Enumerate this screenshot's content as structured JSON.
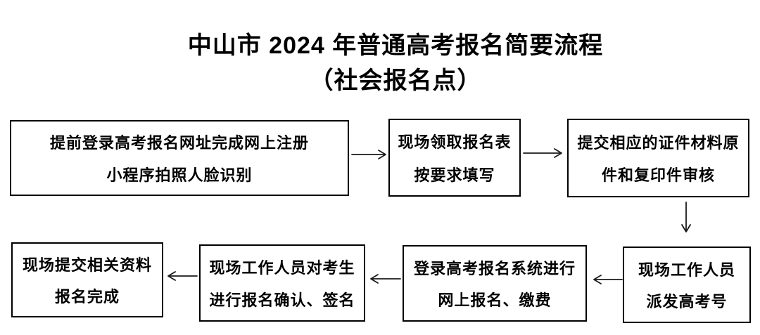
{
  "title": {
    "line1": "中山市 2024 年普通高考报名简要流程",
    "line2": "（社会报名点）"
  },
  "colors": {
    "background": "#ffffff",
    "text": "#000000",
    "box_border": "#000000",
    "arrow": "#1a1a1a"
  },
  "flow": {
    "steps": [
      {
        "id": "step-1",
        "line1": "提前登录高考报名网址完成网上注册",
        "line2": "小程序拍照人脸识别"
      },
      {
        "id": "step-2",
        "line1": "现场领取报名表",
        "line2": "按要求填写"
      },
      {
        "id": "step-3",
        "line1": "提交相应的证件材料原",
        "line2": "件和复印件审核"
      },
      {
        "id": "step-4",
        "line1": "现场工作人员",
        "line2": "派发高考号"
      },
      {
        "id": "step-5",
        "line1": "登录高考报名系统进行",
        "line2": "网上报名、缴费"
      },
      {
        "id": "step-6",
        "line1": "现场工作人员对考生",
        "line2": "进行报名确认、签名"
      },
      {
        "id": "step-7",
        "line1": "现场提交相关资料",
        "line2": "报名完成"
      }
    ],
    "connections": [
      {
        "from": "step-1",
        "to": "step-2",
        "direction": "right"
      },
      {
        "from": "step-2",
        "to": "step-3",
        "direction": "right"
      },
      {
        "from": "step-3",
        "to": "step-4",
        "direction": "down"
      },
      {
        "from": "step-4",
        "to": "step-5",
        "direction": "left"
      },
      {
        "from": "step-5",
        "to": "step-6",
        "direction": "left"
      },
      {
        "from": "step-6",
        "to": "step-7",
        "direction": "left"
      }
    ]
  }
}
